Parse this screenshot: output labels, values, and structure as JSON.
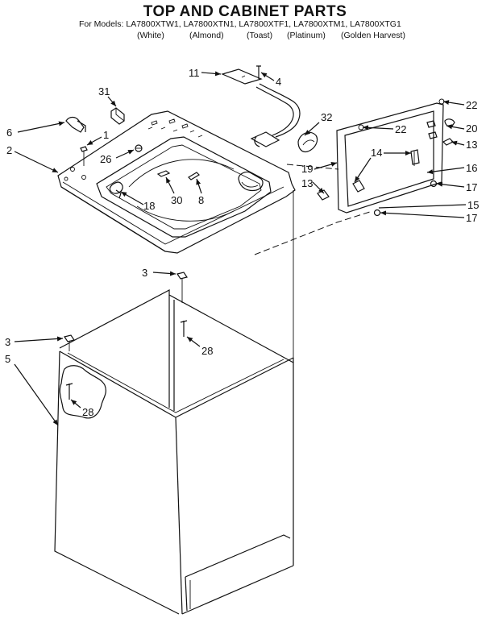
{
  "header": {
    "title": "TOP AND CABINET PARTS",
    "models": "For Models: LA7800XTW1, LA7800XTN1, LA7800XTF1, LA7800XTM1, LA7800XTG1",
    "colors": [
      "(White)",
      "(Almond)",
      "(Toast)",
      "(Platinum)",
      "(Golden Harvest)"
    ]
  },
  "callouts": {
    "p1": "1",
    "p2": "2",
    "p3a": "3",
    "p3b": "3",
    "p4": "4",
    "p5": "5",
    "p6": "6",
    "p8": "8",
    "p11": "11",
    "p13a": "13",
    "p13b": "13",
    "p14": "14",
    "p15": "15",
    "p16": "16",
    "p17a": "17",
    "p17b": "17",
    "p18": "18",
    "p19": "19",
    "p20": "20",
    "p22a": "22",
    "p22b": "22",
    "p26": "26",
    "p28a": "28",
    "p28b": "28",
    "p30": "30",
    "p31": "31",
    "p32": "32"
  }
}
